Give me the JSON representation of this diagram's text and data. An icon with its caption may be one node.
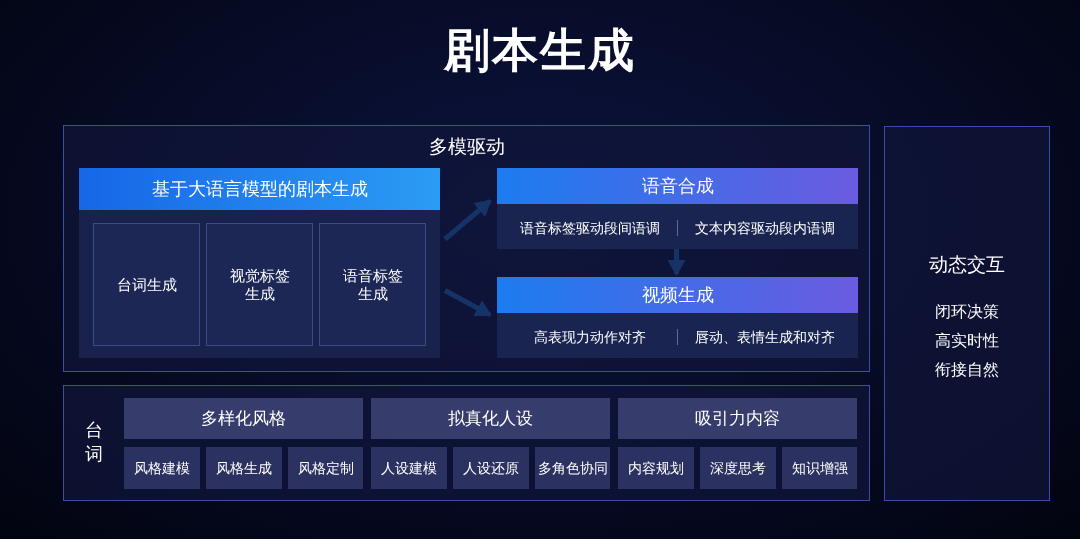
{
  "diagram": {
    "title": "剧本生成",
    "nodes": [
      {
        "text": [
          "多模驱动"
        ]
      },
      {
        "text": [
          "基于大语言模型的剧本生成"
        ],
        "in": 0
      },
      {
        "text": [
          "台词生成"
        ],
        "in": 1
      },
      {
        "text": [
          "视觉标签生成"
        ],
        "in": 1
      },
      {
        "text": [
          "语音标签生成"
        ],
        "in": 1
      },
      {
        "text": [
          "语音合成"
        ],
        "in": 0
      },
      {
        "text": [
          "语音标签驱动段间语调"
        ],
        "in": 5
      },
      {
        "text": [
          "文本内容驱动段内语调"
        ],
        "in": 5
      },
      {
        "text": [
          "视频生成"
        ],
        "in": 0
      },
      {
        "text": [
          "高表现力动作对齐"
        ],
        "in": 8
      },
      {
        "text": [
          "唇动、表情生成和对齐"
        ],
        "in": 8
      },
      {
        "text": [
          "动态交互",
          "闭环决策",
          "高实时性",
          "衔接自然"
        ]
      },
      {
        "text": [
          "台词"
        ]
      },
      {
        "text": [
          "多样化风格"
        ],
        "in": 12
      },
      {
        "text": [
          "拟真化人设"
        ],
        "in": 12
      },
      {
        "text": [
          "吸引力内容"
        ],
        "in": 12
      },
      {
        "text": [
          "风格建模"
        ],
        "in": 12
      },
      {
        "text": [
          "风格生成"
        ],
        "in": 12
      },
      {
        "text": [
          "风格定制"
        ],
        "in": 12
      },
      {
        "text": [
          "人设建模"
        ],
        "in": 12
      },
      {
        "text": [
          "人设还原"
        ],
        "in": 12
      },
      {
        "text": [
          "多角色协同"
        ],
        "in": 12
      },
      {
        "text": [
          "内容规划"
        ],
        "in": 12
      },
      {
        "text": [
          "深度思考"
        ],
        "in": 12
      },
      {
        "text": [
          "知识增强"
        ],
        "in": 12
      }
    ],
    "edges": [
      {
        "from": 1,
        "to": 5,
        "arrow": "to"
      },
      {
        "from": 1,
        "to": 8,
        "arrow": "to"
      },
      {
        "from": 5,
        "to": 8,
        "arrow": "to"
      }
    ]
  }
}
